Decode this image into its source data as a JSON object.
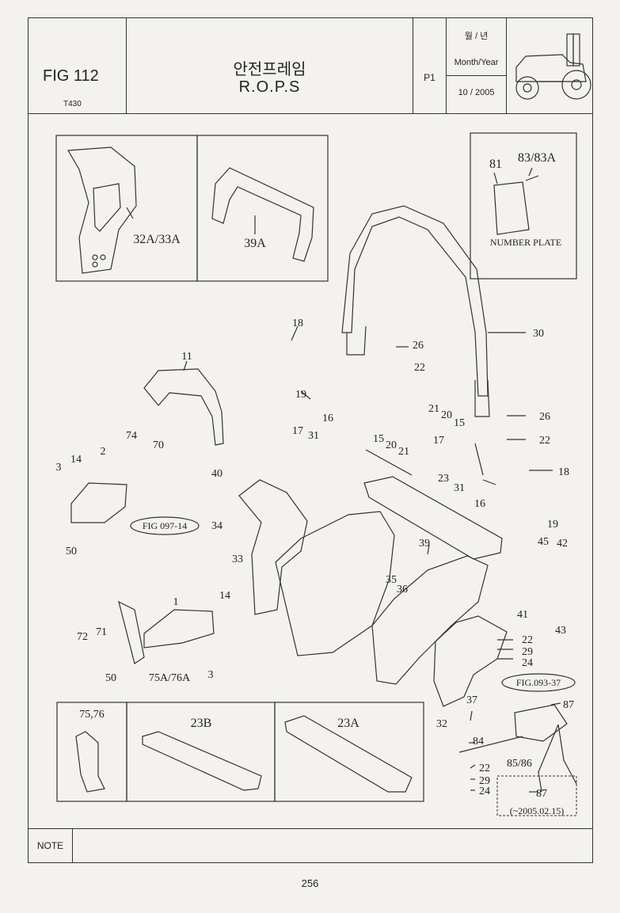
{
  "header": {
    "fig": "FIG 112",
    "model": "T430",
    "title_korean": "안전프레임",
    "title_english": "R.O.P.S",
    "page_code": "P1",
    "date_korean": "월 / 년",
    "date_english": "Month/Year",
    "date_value": "10 / 2005"
  },
  "note_label": "NOTE",
  "page_number": "256",
  "insets": {
    "number_plate": "NUMBER PLATE",
    "ref_fig_097": "FIG 097-14",
    "ref_fig_093": "FIG.093-37",
    "date_note": "(~2005.02.15)"
  },
  "parts": {
    "p1": "1",
    "p2": "2",
    "p3": "3",
    "p3b": "3",
    "p11": "11",
    "p14": "14",
    "p14b": "14",
    "p15": "15",
    "p15b": "15",
    "p16": "16",
    "p16b": "16",
    "p17": "17",
    "p17b": "17",
    "p18": "18",
    "p18b": "18",
    "p19": "19",
    "p19b": "19",
    "p20": "20",
    "p20b": "20",
    "p21": "21",
    "p21b": "21",
    "p22": "22",
    "p22b": "22",
    "p22c": "22",
    "p22d": "22",
    "p23": "23",
    "p23A": "23A",
    "p23B": "23B",
    "p24": "24",
    "p24b": "24",
    "p26": "26",
    "p26b": "26",
    "p29": "29",
    "p29b": "29",
    "p30": "30",
    "p31": "31",
    "p31b": "31",
    "p32": "32",
    "p32A33A": "32A/33A",
    "p33": "33",
    "p34": "34",
    "p35": "35",
    "p36": "36",
    "p37": "37",
    "p39": "39",
    "p39A": "39A",
    "p40": "40",
    "p41": "41",
    "p42": "42",
    "p43": "43",
    "p45": "45",
    "p50": "50",
    "p50b": "50",
    "p70": "70",
    "p71": "71",
    "p72": "72",
    "p74": "74",
    "p75A76A": "75A/76A",
    "p7576": "75,76",
    "p81": "81",
    "p8383A": "83/83A",
    "p84": "84",
    "p8586": "85/86",
    "p87": "87",
    "p87b": "87"
  }
}
